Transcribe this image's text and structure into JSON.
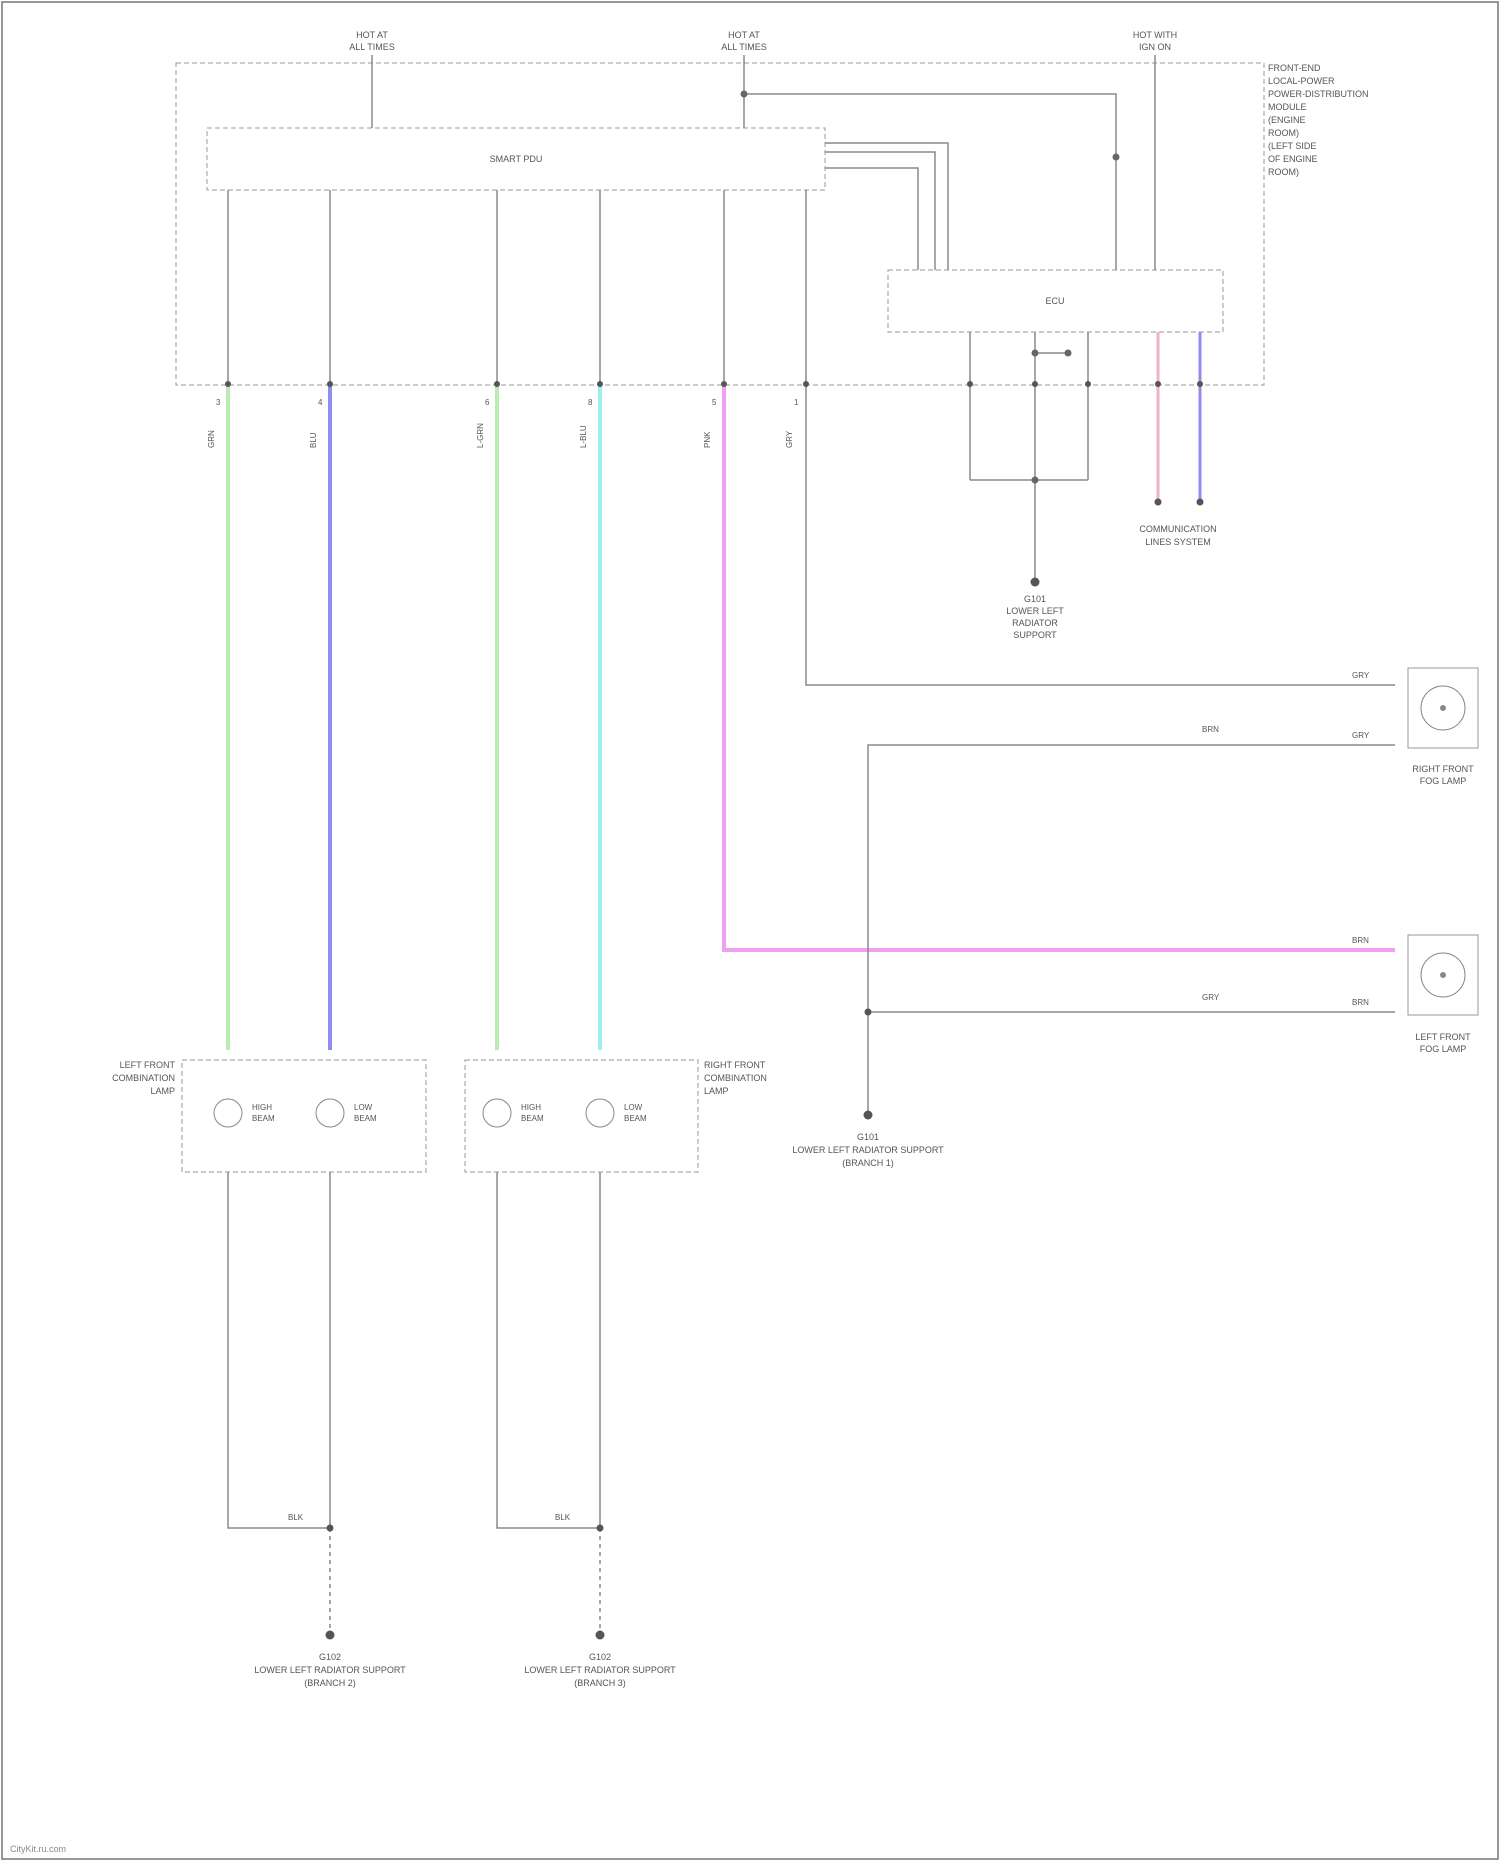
{
  "page": {
    "border_color": "#555555",
    "wire_gray": "#8a8a8a",
    "footer_text": "CityKit.ru.com"
  },
  "sources": {
    "left": [
      "HOT AT",
      "ALL TIMES"
    ],
    "middle": [
      "HOT AT",
      "ALL TIMES"
    ],
    "right": [
      "HOT WITH",
      "IGN ON"
    ]
  },
  "modules": {
    "main_label": "SMART PDU",
    "ecu_label": "ECU",
    "module_list": [
      "FRONT-END",
      "LOCAL-POWER",
      "POWER-DISTRIBUTION",
      "MODULE",
      "(ENGINE",
      "ROOM)",
      "(LEFT SIDE",
      "OF ENGINE",
      "ROOM)"
    ]
  },
  "wires": {
    "colors": {
      "green": "#b8ecb0",
      "blue": "#8e8ef0",
      "cyan": "#9eeeee",
      "pink": "#f0a0f0",
      "light_pink": "#f0b0cc",
      "gray": "#8a8a8a"
    },
    "codes": [
      "GRN",
      "BLU",
      "L-GRN",
      "L-BLU",
      "PNK",
      "GRY"
    ],
    "pins": [
      "3",
      "4",
      "6",
      "8",
      "5",
      "1"
    ]
  },
  "lamps": {
    "left_assembly": [
      "LEFT FRONT",
      "COMBINATION",
      "LAMP"
    ],
    "right_assembly": [
      "RIGHT FRONT",
      "COMBINATION",
      "LAMP"
    ],
    "high_beam": [
      "HIGH",
      "BEAM"
    ],
    "low_beam": [
      "LOW",
      "BEAM"
    ],
    "right_fog": [
      "RIGHT FRONT",
      "FOG LAMP"
    ],
    "left_fog": [
      "LEFT FRONT",
      "FOG LAMP"
    ]
  },
  "grounds": {
    "g1": [
      "G101",
      "LOWER LEFT",
      "RADIATOR",
      "SUPPORT"
    ],
    "g2": [
      "G101",
      "LOWER LEFT RADIATOR SUPPORT",
      "(BRANCH 1)"
    ],
    "g3": [
      "G102",
      "LOWER LEFT RADIATOR SUPPORT",
      "(BRANCH 2)"
    ],
    "g4": [
      "G102",
      "LOWER LEFT RADIATOR SUPPORT",
      "(BRANCH 3)"
    ],
    "data_link": [
      "COMMUNICATION",
      "LINES SYSTEM"
    ]
  },
  "misc": {
    "splice_labels": [
      "BLK",
      "BLK"
    ],
    "fog_wire_labels": [
      "GRY",
      "BRN",
      "GRY",
      "BRN"
    ],
    "fog_lead_labels": [
      "BRN",
      "GRY",
      "BRN",
      "GRY"
    ]
  }
}
